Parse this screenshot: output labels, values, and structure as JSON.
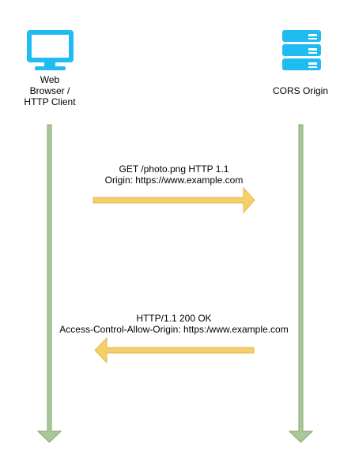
{
  "participants": {
    "client": {
      "icon": "monitor-icon",
      "label_lines": [
        "Web",
        "Browser /",
        "HTTP Client"
      ]
    },
    "server": {
      "icon": "server-icon",
      "label_lines": [
        "CORS Origin"
      ]
    }
  },
  "messages": {
    "request": {
      "lines": [
        "GET /photo.png HTTP 1.1",
        "Origin: https://www.example.com"
      ],
      "direction": "client-to-server"
    },
    "response": {
      "lines": [
        "HTTP/1.1 200 OK",
        "Access-Control-Allow-Origin: https:/www.example.com"
      ],
      "direction": "server-to-client"
    }
  },
  "colors": {
    "icon": "#1ebcf0",
    "lifeline_fill": "#a9c797",
    "lifeline_stroke": "#82a870",
    "arrow_fill": "#f5cf6a",
    "arrow_stroke": "#e8b64a"
  }
}
